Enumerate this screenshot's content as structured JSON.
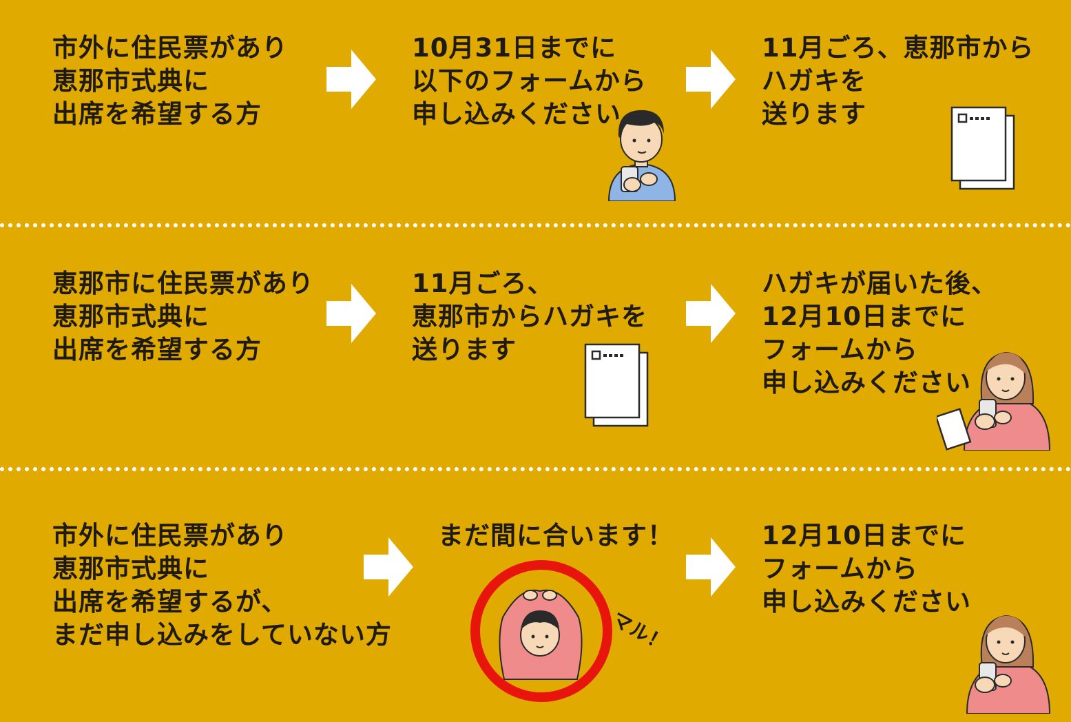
{
  "rows": [
    {
      "audience": [
        "市外に住民票があり",
        "恵那市式典に",
        "出席を希望する方"
      ],
      "step1": [
        "10月31日までに",
        "以下のフォームから",
        "申し込みください"
      ],
      "step2": [
        "11月ごろ、恵那市から",
        "ハガキを",
        "送ります"
      ]
    },
    {
      "audience": [
        "恵那市に住民票があり",
        "恵那市式典に",
        "出席を希望する方"
      ],
      "step1": [
        "11月ごろ、",
        "恵那市からハガキを",
        "送ります"
      ],
      "step2": [
        "ハガキが届いた後、",
        "12月10日までに",
        "フォームから",
        "申し込みください"
      ]
    },
    {
      "audience": [
        "市外に住民票があり",
        "恵那市式典に",
        "出席を希望するが、",
        "まだ申し込みをしていない方"
      ],
      "step1": [
        "まだ間に合います！"
      ],
      "step2": [
        "12月10日までに",
        "フォームから",
        "申し込みください"
      ]
    }
  ],
  "maru_label": "マル！",
  "colors": {
    "background": "#e0aa00",
    "arrow": "#ffffff",
    "circle": "#e8150c",
    "shirt_blue": "#8fb4e6",
    "shirt_pink": "#ef8b8b"
  }
}
